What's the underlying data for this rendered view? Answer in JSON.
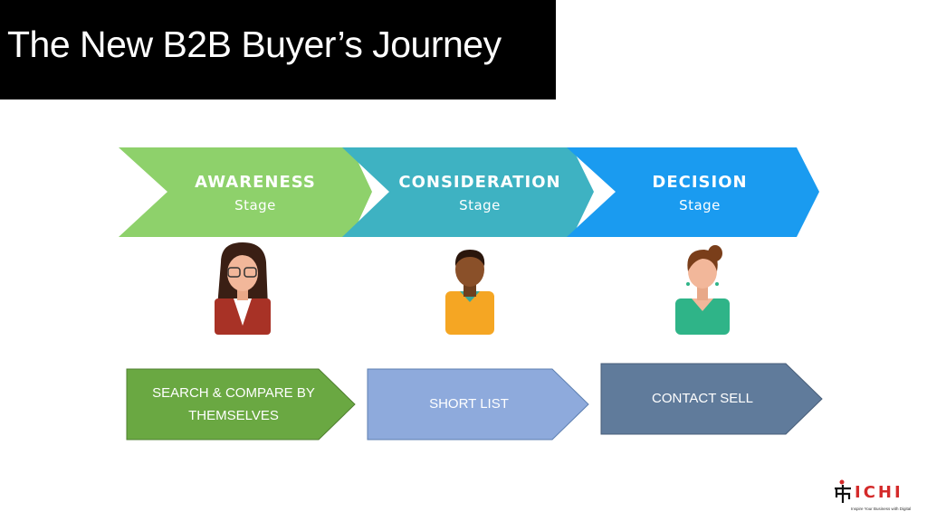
{
  "title": "The New B2B Buyer’s Journey",
  "stages": [
    {
      "name": "AWARENESS",
      "sub": "Stage",
      "color": "#8ed16b"
    },
    {
      "name": "CONSIDERATION",
      "sub": "Stage",
      "color": "#3eb2c2"
    },
    {
      "name": "DECISION",
      "sub": "Stage",
      "color": "#1a9bf0"
    }
  ],
  "actions": [
    {
      "line1": "SEARCH & COMPARE BY",
      "line2": "THEMSELVES",
      "color": "#6aa842"
    },
    {
      "line1": "SHORT LIST",
      "color": "#8eaadc"
    },
    {
      "line1": "CONTACT SELL",
      "color": "#607b9b"
    }
  ],
  "logo": {
    "text": "ICHI",
    "tagline": "Inspire Your Business with Digital"
  }
}
